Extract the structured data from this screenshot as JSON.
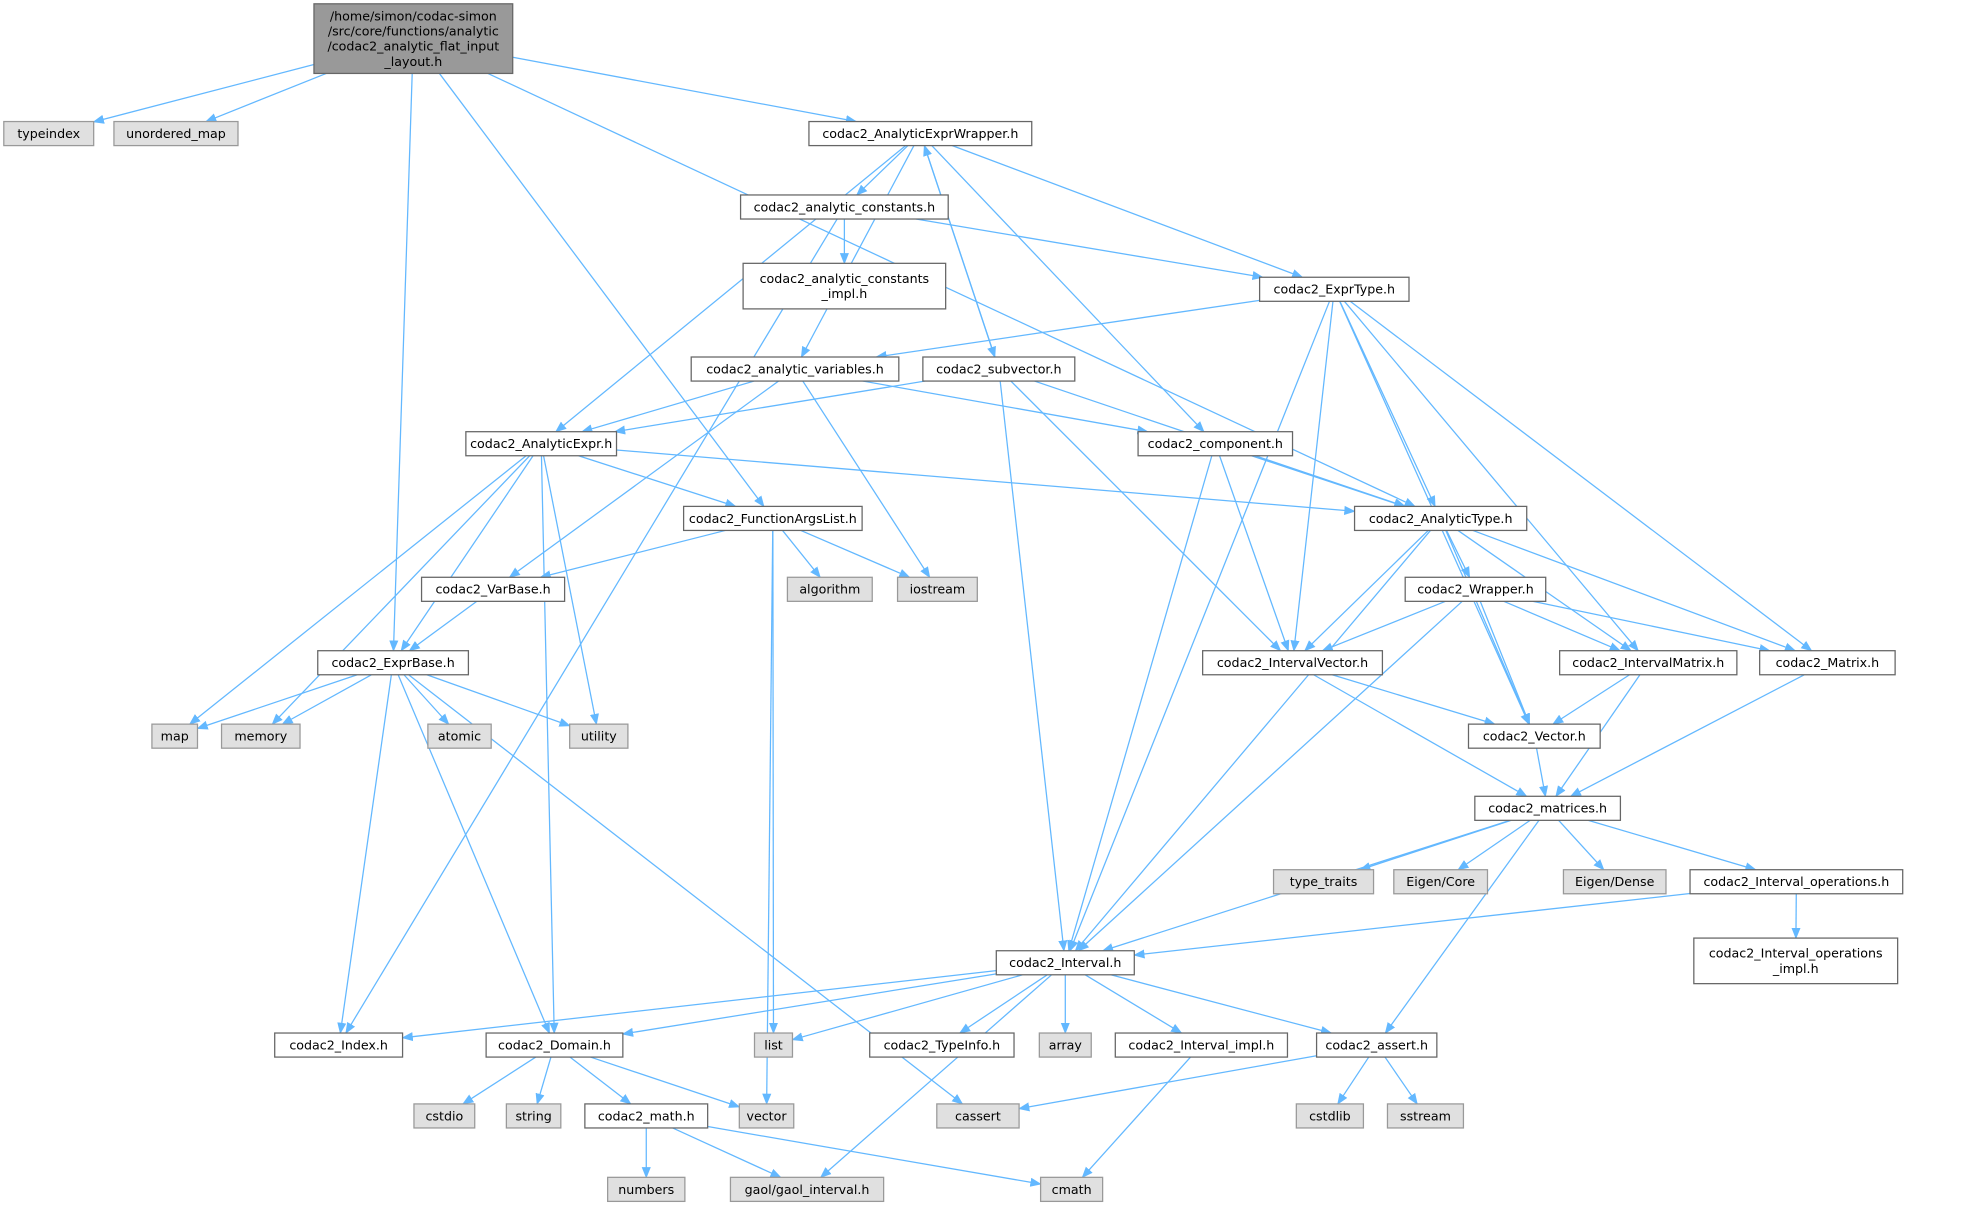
{
  "colors": {
    "edge": "#63b8ff",
    "root_fill": "#999999",
    "external_fill": "#e0e0e0",
    "internal_fill": "#ffffff"
  },
  "nodes": {
    "root": {
      "lines": [
        "/home/simon/codac-simon",
        "/src/core/functions/analytic",
        "/codac2_analytic_flat_input",
        "_layout.h"
      ],
      "kind": "root"
    },
    "typeindex": {
      "lines": [
        "typeindex"
      ],
      "kind": "external"
    },
    "unordered_map": {
      "lines": [
        "unordered_map"
      ],
      "kind": "external"
    },
    "wrapper_expr": {
      "lines": [
        "codac2_AnalyticExprWrapper.h"
      ],
      "kind": "internal"
    },
    "constants": {
      "lines": [
        "codac2_analytic_constants.h"
      ],
      "kind": "internal"
    },
    "constants_impl": {
      "lines": [
        "codac2_analytic_constants",
        "_impl.h"
      ],
      "kind": "internal"
    },
    "exprtype": {
      "lines": [
        "codac2_ExprType.h"
      ],
      "kind": "internal"
    },
    "variables": {
      "lines": [
        "codac2_analytic_variables.h"
      ],
      "kind": "internal"
    },
    "subvector": {
      "lines": [
        "codac2_subvector.h"
      ],
      "kind": "internal"
    },
    "analyticexpr": {
      "lines": [
        "codac2_AnalyticExpr.h"
      ],
      "kind": "internal"
    },
    "component": {
      "lines": [
        "codac2_component.h"
      ],
      "kind": "internal"
    },
    "funcargs": {
      "lines": [
        "codac2_FunctionArgsList.h"
      ],
      "kind": "internal"
    },
    "analytictype": {
      "lines": [
        "codac2_AnalyticType.h"
      ],
      "kind": "internal"
    },
    "algorithm": {
      "lines": [
        "algorithm"
      ],
      "kind": "external"
    },
    "iostream": {
      "lines": [
        "iostream"
      ],
      "kind": "external"
    },
    "varbase": {
      "lines": [
        "codac2_VarBase.h"
      ],
      "kind": "internal"
    },
    "wrapper": {
      "lines": [
        "codac2_Wrapper.h"
      ],
      "kind": "internal"
    },
    "exprbase": {
      "lines": [
        "codac2_ExprBase.h"
      ],
      "kind": "internal"
    },
    "ivector": {
      "lines": [
        "codac2_IntervalVector.h"
      ],
      "kind": "internal"
    },
    "imatrix": {
      "lines": [
        "codac2_IntervalMatrix.h"
      ],
      "kind": "internal"
    },
    "matrix": {
      "lines": [
        "codac2_Matrix.h"
      ],
      "kind": "internal"
    },
    "map": {
      "lines": [
        "map"
      ],
      "kind": "external"
    },
    "memory": {
      "lines": [
        "memory"
      ],
      "kind": "external"
    },
    "atomic": {
      "lines": [
        "atomic"
      ],
      "kind": "external"
    },
    "utility": {
      "lines": [
        "utility"
      ],
      "kind": "external"
    },
    "vector_h": {
      "lines": [
        "codac2_Vector.h"
      ],
      "kind": "internal"
    },
    "matrices": {
      "lines": [
        "codac2_matrices.h"
      ],
      "kind": "internal"
    },
    "type_traits": {
      "lines": [
        "type_traits"
      ],
      "kind": "external"
    },
    "eigen_core": {
      "lines": [
        "Eigen/Core"
      ],
      "kind": "external"
    },
    "eigen_dense": {
      "lines": [
        "Eigen/Dense"
      ],
      "kind": "external"
    },
    "iops": {
      "lines": [
        "codac2_Interval_operations.h"
      ],
      "kind": "internal"
    },
    "iops_impl": {
      "lines": [
        "codac2_Interval_operations",
        "_impl.h"
      ],
      "kind": "internal"
    },
    "interval": {
      "lines": [
        "codac2_Interval.h"
      ],
      "kind": "internal"
    },
    "index": {
      "lines": [
        "codac2_Index.h"
      ],
      "kind": "internal"
    },
    "domain": {
      "lines": [
        "codac2_Domain.h"
      ],
      "kind": "internal"
    },
    "list": {
      "lines": [
        "list"
      ],
      "kind": "external"
    },
    "typeinfo": {
      "lines": [
        "codac2_TypeInfo.h"
      ],
      "kind": "internal"
    },
    "array": {
      "lines": [
        "array"
      ],
      "kind": "external"
    },
    "interval_impl": {
      "lines": [
        "codac2_Interval_impl.h"
      ],
      "kind": "internal"
    },
    "assert": {
      "lines": [
        "codac2_assert.h"
      ],
      "kind": "internal"
    },
    "cstdio": {
      "lines": [
        "cstdio"
      ],
      "kind": "external"
    },
    "string": {
      "lines": [
        "string"
      ],
      "kind": "external"
    },
    "math": {
      "lines": [
        "codac2_math.h"
      ],
      "kind": "internal"
    },
    "vector": {
      "lines": [
        "vector"
      ],
      "kind": "external"
    },
    "cassert": {
      "lines": [
        "cassert"
      ],
      "kind": "external"
    },
    "cstdlib": {
      "lines": [
        "cstdlib"
      ],
      "kind": "external"
    },
    "sstream": {
      "lines": [
        "sstream"
      ],
      "kind": "external"
    },
    "numbers": {
      "lines": [
        "numbers"
      ],
      "kind": "external"
    },
    "gaol": {
      "lines": [
        "gaol/gaol_interval.h"
      ],
      "kind": "external"
    },
    "cmath": {
      "lines": [
        "cmath"
      ],
      "kind": "external"
    }
  },
  "edges": [
    [
      "root",
      "typeindex"
    ],
    [
      "root",
      "unordered_map"
    ],
    [
      "root",
      "wrapper_expr"
    ],
    [
      "root",
      "analytictype"
    ],
    [
      "root",
      "exprbase"
    ],
    [
      "root",
      "funcargs"
    ],
    [
      "wrapper_expr",
      "constants"
    ],
    [
      "wrapper_expr",
      "exprtype"
    ],
    [
      "wrapper_expr",
      "subvector"
    ],
    [
      "wrapper_expr",
      "analyticexpr"
    ],
    [
      "wrapper_expr",
      "variables"
    ],
    [
      "wrapper_expr",
      "component"
    ],
    [
      "constants",
      "constants_impl"
    ],
    [
      "constants",
      "exprtype"
    ],
    [
      "constants",
      "index"
    ],
    [
      "exprtype",
      "variables"
    ],
    [
      "exprtype",
      "interval"
    ],
    [
      "exprtype",
      "ivector"
    ],
    [
      "exprtype",
      "analytictype"
    ],
    [
      "exprtype",
      "imatrix"
    ],
    [
      "exprtype",
      "matrix"
    ],
    [
      "exprtype",
      "vector_h"
    ],
    [
      "variables",
      "analyticexpr"
    ],
    [
      "variables",
      "varbase"
    ],
    [
      "variables",
      "component"
    ],
    [
      "variables",
      "iostream"
    ],
    [
      "subvector",
      "wrapper_expr"
    ],
    [
      "subvector",
      "analyticexpr"
    ],
    [
      "subvector",
      "interval"
    ],
    [
      "subvector",
      "ivector"
    ],
    [
      "subvector",
      "analytictype"
    ],
    [
      "analyticexpr",
      "funcargs"
    ],
    [
      "analyticexpr",
      "analytictype"
    ],
    [
      "analyticexpr",
      "exprbase"
    ],
    [
      "analyticexpr",
      "map"
    ],
    [
      "analyticexpr",
      "memory"
    ],
    [
      "analyticexpr",
      "utility"
    ],
    [
      "analyticexpr",
      "domain"
    ],
    [
      "component",
      "analytictype"
    ],
    [
      "component",
      "ivector"
    ],
    [
      "component",
      "interval"
    ],
    [
      "funcargs",
      "varbase"
    ],
    [
      "funcargs",
      "algorithm"
    ],
    [
      "funcargs",
      "iostream"
    ],
    [
      "funcargs",
      "list"
    ],
    [
      "funcargs",
      "vector"
    ],
    [
      "analytictype",
      "wrapper"
    ],
    [
      "analytictype",
      "ivector"
    ],
    [
      "analytictype",
      "interval"
    ],
    [
      "analytictype",
      "imatrix"
    ],
    [
      "analytictype",
      "matrix"
    ],
    [
      "analytictype",
      "vector_h"
    ],
    [
      "varbase",
      "exprbase"
    ],
    [
      "wrapper",
      "ivector"
    ],
    [
      "wrapper",
      "imatrix"
    ],
    [
      "wrapper",
      "matrix"
    ],
    [
      "wrapper",
      "vector_h"
    ],
    [
      "wrapper",
      "interval"
    ],
    [
      "exprbase",
      "map"
    ],
    [
      "exprbase",
      "memory"
    ],
    [
      "exprbase",
      "atomic"
    ],
    [
      "exprbase",
      "utility"
    ],
    [
      "exprbase",
      "index"
    ],
    [
      "exprbase",
      "domain"
    ],
    [
      "exprbase",
      "cassert"
    ],
    [
      "ivector",
      "vector_h"
    ],
    [
      "ivector",
      "matrices"
    ],
    [
      "imatrix",
      "vector_h"
    ],
    [
      "imatrix",
      "matrices"
    ],
    [
      "matrix",
      "matrices"
    ],
    [
      "vector_h",
      "matrices"
    ],
    [
      "matrices",
      "type_traits"
    ],
    [
      "matrices",
      "eigen_core"
    ],
    [
      "matrices",
      "eigen_dense"
    ],
    [
      "matrices",
      "iops"
    ],
    [
      "matrices",
      "interval"
    ],
    [
      "matrices",
      "assert"
    ],
    [
      "iops",
      "iops_impl"
    ],
    [
      "iops",
      "interval"
    ],
    [
      "interval",
      "index"
    ],
    [
      "interval",
      "domain"
    ],
    [
      "interval",
      "list"
    ],
    [
      "interval",
      "typeinfo"
    ],
    [
      "interval",
      "array"
    ],
    [
      "interval",
      "interval_impl"
    ],
    [
      "interval",
      "assert"
    ],
    [
      "interval",
      "gaol"
    ],
    [
      "domain",
      "cstdio"
    ],
    [
      "domain",
      "string"
    ],
    [
      "domain",
      "math"
    ],
    [
      "domain",
      "vector"
    ],
    [
      "math",
      "numbers"
    ],
    [
      "math",
      "gaol"
    ],
    [
      "math",
      "cmath"
    ],
    [
      "interval_impl",
      "cmath"
    ],
    [
      "assert",
      "cassert"
    ],
    [
      "assert",
      "cstdlib"
    ],
    [
      "assert",
      "sstream"
    ]
  ]
}
